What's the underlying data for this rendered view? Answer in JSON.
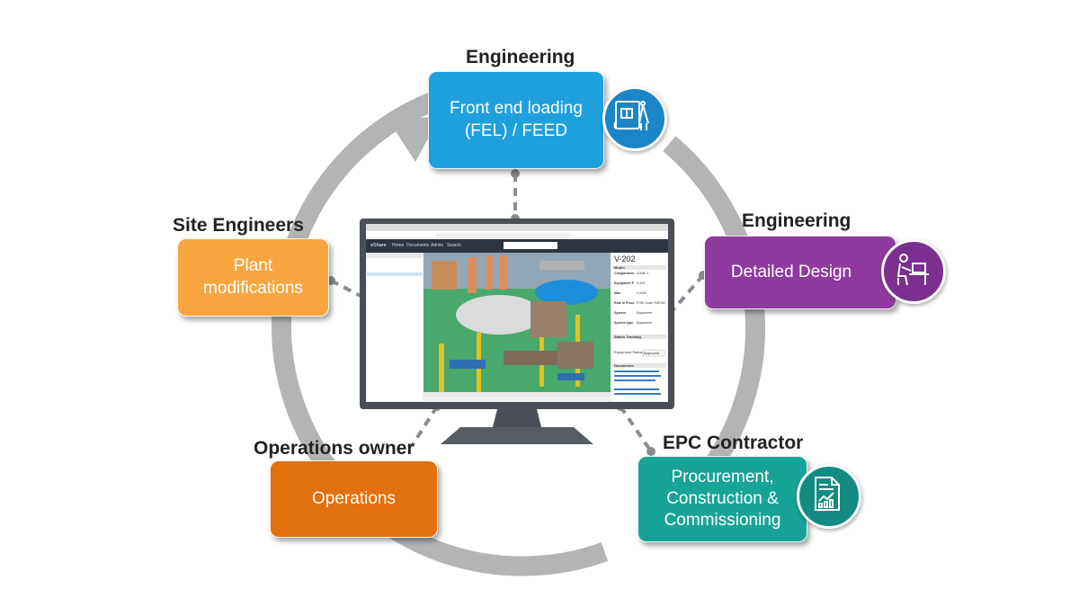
{
  "colors": {
    "cycle": "#b2b4b6",
    "connector": "#8a8c8f",
    "feed": "#1ea0dd",
    "feed_badge": "#1a86c7",
    "detailed": "#8e3a9f",
    "detailed_badge": "#7b3090",
    "plant": "#f7a63f",
    "operations": "#e2700d",
    "epc": "#17a398",
    "epc_badge": "#128c83",
    "monitor_frame": "#4a4f57"
  },
  "nodes": {
    "feed": {
      "role": "Engineering",
      "label": "Front end loading\n(FEL) / FEED",
      "icon": "blueprint-compass-icon"
    },
    "detailed": {
      "role": "Engineering",
      "label": "Detailed Design",
      "icon": "engineer-at-desk-icon"
    },
    "epc": {
      "role": "EPC Contractor",
      "label": "Procurement,\nConstruction &\nCommissioning",
      "icon": "report-chart-icon"
    },
    "operations": {
      "role": "Operations owner",
      "label": "Operations"
    },
    "plant": {
      "role": "Site Engineers",
      "label": "Plant\nmodifications"
    }
  },
  "monitor": {
    "app_name": "eShare",
    "menu": [
      "Home",
      "Documents",
      "Admin",
      "Search"
    ],
    "asset_title": "V-202",
    "panel_section_model": "Model",
    "panel_section_status": "Status Tracking",
    "panel_section_documents": "Documents",
    "properties": [
      {
        "key": "Compartment",
        "value": "ZONE 4"
      },
      {
        "key": "Equipment Position Id",
        "value": "V-202"
      },
      {
        "key": "Man",
        "value": "0.0000"
      },
      {
        "key": "Role in Process",
        "value": "FOB Crude SURGE TANK"
      },
      {
        "key": "System",
        "value": "Equipment"
      },
      {
        "key": "System type",
        "value": "Equipment"
      }
    ],
    "status_key": "Equipment Status",
    "status_value": "Approved"
  }
}
